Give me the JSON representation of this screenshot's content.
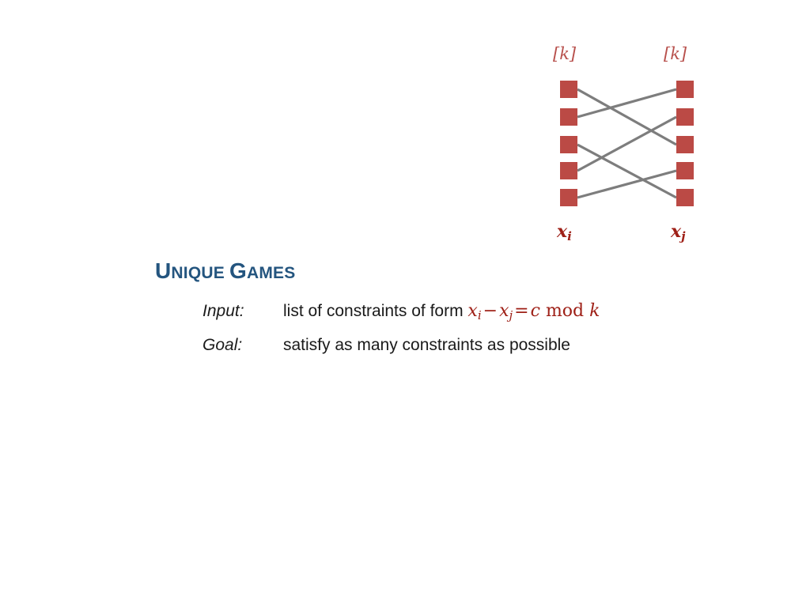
{
  "figure": {
    "name": "bipartite-constraint-graph",
    "set_label_left": "[k]",
    "set_label_right": "[k]",
    "var_label_left_base": "x",
    "var_label_left_sub": "i",
    "var_label_right_base": "x",
    "var_label_right_sub": "j",
    "node_count_left": 5,
    "node_count_right": 5,
    "node_color": "#bb4a45",
    "edge_color": "#7d7d7d",
    "edges": [
      {
        "from": 1,
        "to": 3
      },
      {
        "from": 2,
        "to": 1
      },
      {
        "from": 3,
        "to": 5
      },
      {
        "from": 4,
        "to": 2
      },
      {
        "from": 5,
        "to": 4
      }
    ]
  },
  "heading": {
    "first_letter_1": "U",
    "rest_1": "NIQUE",
    "space": " ",
    "first_letter_2": "G",
    "rest_2": "AMES",
    "color": "#24557f"
  },
  "definitions": [
    {
      "term": "Input:",
      "desc_text": "list of constraints of form ",
      "math": {
        "x1": "x",
        "x1sub": "i",
        "minus": "−",
        "x2": "x",
        "x2sub": "j",
        "equals": "=",
        "c": "c",
        "mod": "mod",
        "k": "k"
      }
    },
    {
      "term": "Goal:",
      "desc_text": "satisfy as many constraints as possible",
      "math": null
    }
  ],
  "colors": {
    "background": "#ffffff",
    "heading_blue": "#24557f",
    "node_red": "#bb4a45",
    "math_red": "#9e1f16",
    "set_label_red": "#b8514d",
    "edge_gray": "#7d7d7d",
    "body_text": "#1a1a1a"
  }
}
